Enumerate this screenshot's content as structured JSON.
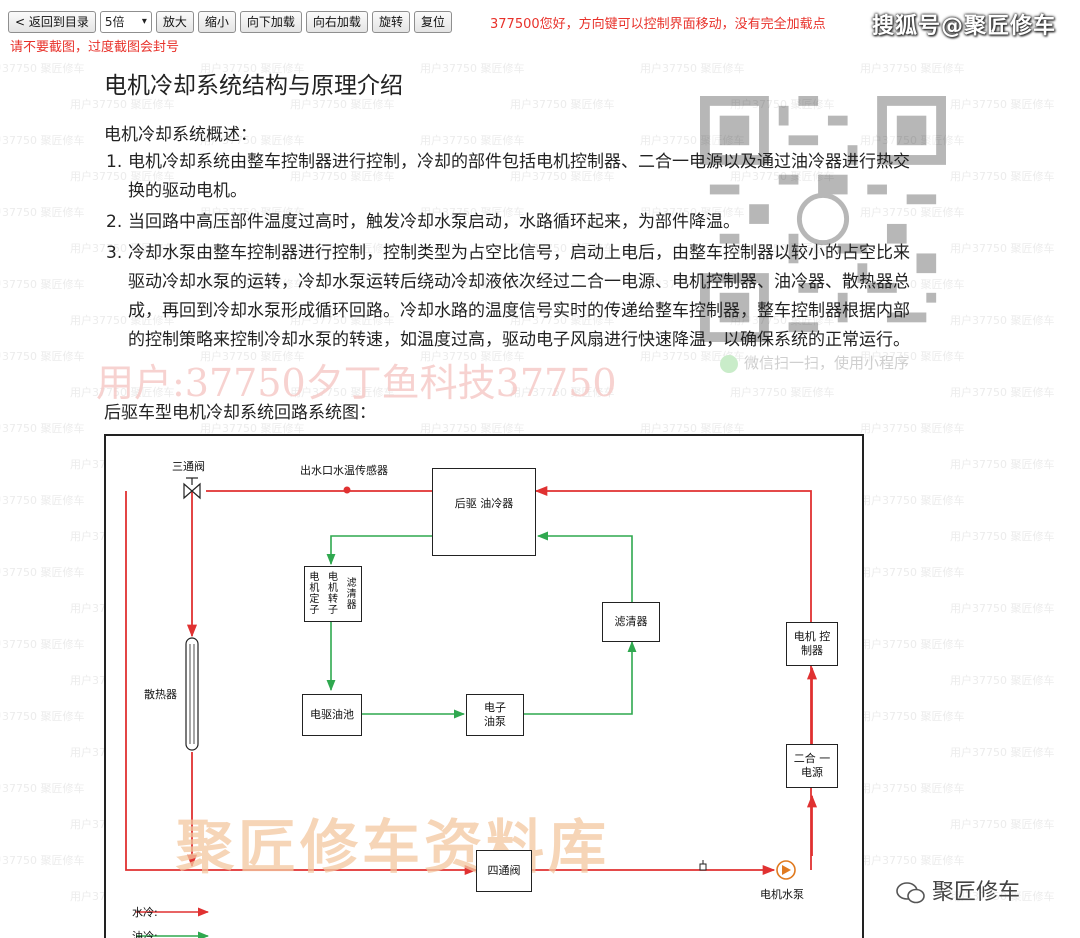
{
  "toolbar": {
    "back_label": "< 返回到目录",
    "zoom_select": "5倍",
    "zoom_in_label": "放大",
    "zoom_out_label": "缩小",
    "load_down_label": "向下加载",
    "load_right_label": "向右加载",
    "rotate_label": "旋转",
    "reset_label": "复位"
  },
  "notices": {
    "line1": "377500您好，方向键可以控制界面移动，没有完全加载点",
    "line2": "请不要截图，过度截图会封号"
  },
  "brand": {
    "top": "搜狐号@聚匠修车",
    "bottom": "聚匠修车"
  },
  "watermark": {
    "big": "用户:37750夕丁鱼科技37750",
    "small": "用户37750 聚匠修车",
    "mini_program_tip": "微信扫一扫，使用小程序"
  },
  "article": {
    "title": "电机冷却系统结构与原理介绍",
    "intro": "电机冷却系统概述：",
    "items": [
      {
        "num": "1.",
        "text": "电机冷却系统由整车控制器进行控制，冷却的部件包括电机控制器、二合一电源以及通过油冷器进行热交换的驱动电机。"
      },
      {
        "num": "2.",
        "text": "当回路中高压部件温度过高时，触发冷却水泵启动，水路循环起来，为部件降温。"
      },
      {
        "num": "3.",
        "text": "冷却水泵由整车控制器进行控制，控制类型为占空比信号，启动上电后，由整车控制器以较小的占空比来驱动冷却水泵的运转，冷却水泵运转后绕动冷却液依次经过二合一电源、电机控制器、油冷器、散热器总成，再回到冷却水泵形成循环回路。冷却水路的温度信号实时的传递给整车控制器，整车控制器根据内部的控制策略来控制冷却水泵的转速，如温度过高，驱动电子风扇进行快速降温，以确保系统的正常运行。"
      }
    ],
    "subtitle": "后驱车型电机冷却系统回路系统图："
  },
  "diagram": {
    "three_way_valve": "三通阀",
    "outlet_sensor": "出水口水温传感器",
    "oil_cooler": "后驱 油冷器",
    "motor_box": "电 机 定 子",
    "motor_rotor": "电 机 转 子",
    "filter_box": "滤 清 器",
    "filter": "滤清器",
    "motor_controller": "电机 控制器",
    "radiator": "散热器",
    "oil_pan": "电驱油池",
    "oil_pump": "电子 油泵",
    "dc_two_in_one": "二合 一电源",
    "four_way_valve": "四通阀",
    "water_pump": "电机水泵",
    "legend_water": "水冷:",
    "legend_oil": "油冷:",
    "stamp": "聚匠修车资料库",
    "colors": {
      "water": "#e03131",
      "oil": "#2fa84f"
    }
  }
}
